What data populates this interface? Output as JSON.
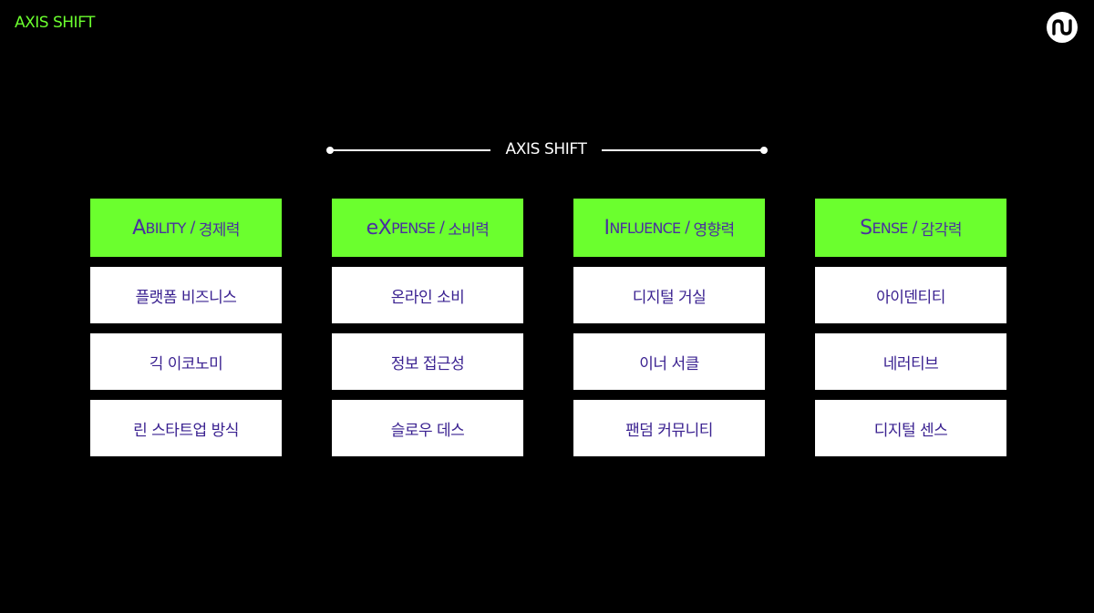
{
  "corner_title": "AXIS SHIFT",
  "section_title": "AXIS SHIFT",
  "colors": {
    "background": "#000000",
    "accent": "#6BFF2E",
    "header_text": "#4A2FA0",
    "cell_text": "#3A2190",
    "line": "#FFFFFF"
  },
  "logo": {
    "icon": "m-wave-logo-icon"
  },
  "columns": [
    {
      "initial": "A",
      "rest": "BILITY",
      "separator": "/",
      "korean": "경제력",
      "items": [
        "플랫폼 비즈니스",
        "긱 이코노미",
        "린 스타트업 방식"
      ]
    },
    {
      "initial": "eX",
      "rest": "PENSE",
      "separator": "/",
      "korean": "소비력",
      "items": [
        "온라인 소비",
        "정보 접근성",
        "슬로우 데스"
      ]
    },
    {
      "initial": "I",
      "rest": "NFLUENCE",
      "separator": "/",
      "korean": "영향력",
      "items": [
        "디지털 거실",
        "이너 서클",
        "팬덤 커뮤니티"
      ]
    },
    {
      "initial": "S",
      "rest": "ENSE",
      "separator": "/",
      "korean": "감각력",
      "items": [
        "아이덴티티",
        "네러티브",
        "디지털 센스"
      ]
    }
  ]
}
